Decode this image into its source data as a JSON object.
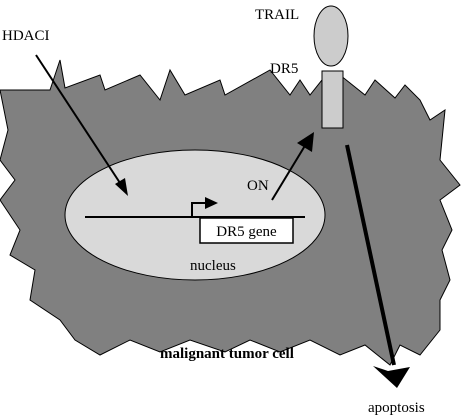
{
  "labels": {
    "hdaci": "HDACI",
    "trail": "TRAIL",
    "dr5": "DR5",
    "on": "ON",
    "dr5_gene": "DR5 gene",
    "nucleus": "nucleus",
    "cell": "malignant tumor cell",
    "apoptosis": "apoptosis"
  },
  "colors": {
    "cell_fill": "#808080",
    "nucleus_fill": "#d9d9d9",
    "trail_fill": "#cccccc",
    "receptor_fill": "#cccccc",
    "line": "#000000",
    "background": "#ffffff"
  }
}
